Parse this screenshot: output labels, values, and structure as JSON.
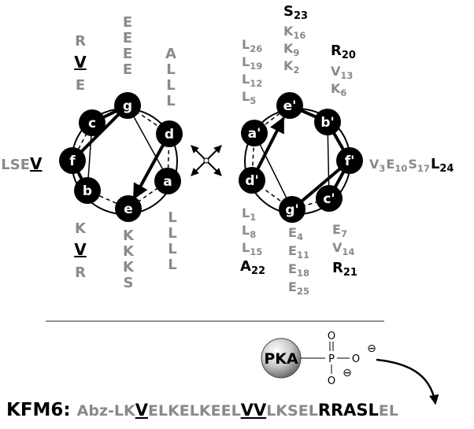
{
  "left_helix": {
    "positions": [
      {
        "key": "g",
        "label": "g"
      },
      {
        "key": "d",
        "label": "d"
      },
      {
        "key": "a",
        "label": "a"
      },
      {
        "key": "e",
        "label": "e"
      },
      {
        "key": "b",
        "label": "b"
      },
      {
        "key": "f",
        "label": "f"
      },
      {
        "key": "c",
        "label": "c"
      }
    ],
    "c_col": [
      "R",
      "V",
      "E"
    ],
    "g_col": [
      "E",
      "E",
      "E",
      "E"
    ],
    "d_col": [
      "A",
      "L",
      "L",
      "L"
    ],
    "f_row": [
      "LSE",
      "V"
    ],
    "b_col": [
      "K",
      "V",
      "R"
    ],
    "e_col": [
      "K",
      "K",
      "K",
      "S"
    ],
    "a_col": [
      "L",
      "L",
      "L",
      "L"
    ]
  },
  "right_helix": {
    "positions": [
      {
        "key": "e'",
        "label": "e'"
      },
      {
        "key": "a'",
        "label": "a'"
      },
      {
        "key": "d'",
        "label": "d'"
      },
      {
        "key": "g'",
        "label": "g'"
      },
      {
        "key": "c'",
        "label": "c'"
      },
      {
        "key": "f'",
        "label": "f'"
      },
      {
        "key": "b'",
        "label": "b'"
      }
    ],
    "a_col": [
      {
        "res": "L",
        "num": "26"
      },
      {
        "res": "L",
        "num": "19"
      },
      {
        "res": "L",
        "num": "12"
      },
      {
        "res": "L",
        "num": "5"
      }
    ],
    "e_col_top": {
      "res": "S",
      "num": "23"
    },
    "e_col": [
      {
        "res": "K",
        "num": "16"
      },
      {
        "res": "K",
        "num": "9"
      },
      {
        "res": "K",
        "num": "2"
      }
    ],
    "b_col_top": {
      "res": "R",
      "num": "20"
    },
    "b_col": [
      {
        "res": "V",
        "num": "13"
      },
      {
        "res": "K",
        "num": "6"
      }
    ],
    "f_row": [
      {
        "res": "V",
        "num": "3"
      },
      {
        "res": "E",
        "num": "10"
      },
      {
        "res": "S",
        "num": "17"
      }
    ],
    "f_row_end": {
      "res": "L",
      "num": "24"
    },
    "d_col": [
      {
        "res": "L",
        "num": "1"
      },
      {
        "res": "L",
        "num": "8"
      },
      {
        "res": "L",
        "num": "15"
      }
    ],
    "d_col_end": {
      "res": "A",
      "num": "22"
    },
    "g_col": [
      {
        "res": "E",
        "num": "4"
      },
      {
        "res": "E",
        "num": "11"
      },
      {
        "res": "E",
        "num": "18"
      },
      {
        "res": "E",
        "num": "25"
      }
    ],
    "c_col": [
      {
        "res": "E",
        "num": "7"
      },
      {
        "res": "V",
        "num": "14"
      }
    ],
    "c_col_end": {
      "res": "R",
      "num": "21"
    }
  },
  "pka": {
    "enzyme": "PKA",
    "p": "P",
    "o_top": "O",
    "o_right": "O",
    "o_bottom": "O",
    "minus": "⊖"
  },
  "sequence": {
    "name": "KFM6:",
    "segments": [
      {
        "text": "Abz-LK",
        "style": "gray"
      },
      {
        "text": "V",
        "style": "ul"
      },
      {
        "text": "ELKELKEEL",
        "style": "gray"
      },
      {
        "text": "VV",
        "style": "ul"
      },
      {
        "text": "LKSEL",
        "style": "gray"
      },
      {
        "text": "RRASL",
        "style": "black"
      },
      {
        "text": "EL",
        "style": "gray"
      }
    ]
  },
  "colors": {
    "gray": "#8a8a8a",
    "black": "#000000"
  }
}
